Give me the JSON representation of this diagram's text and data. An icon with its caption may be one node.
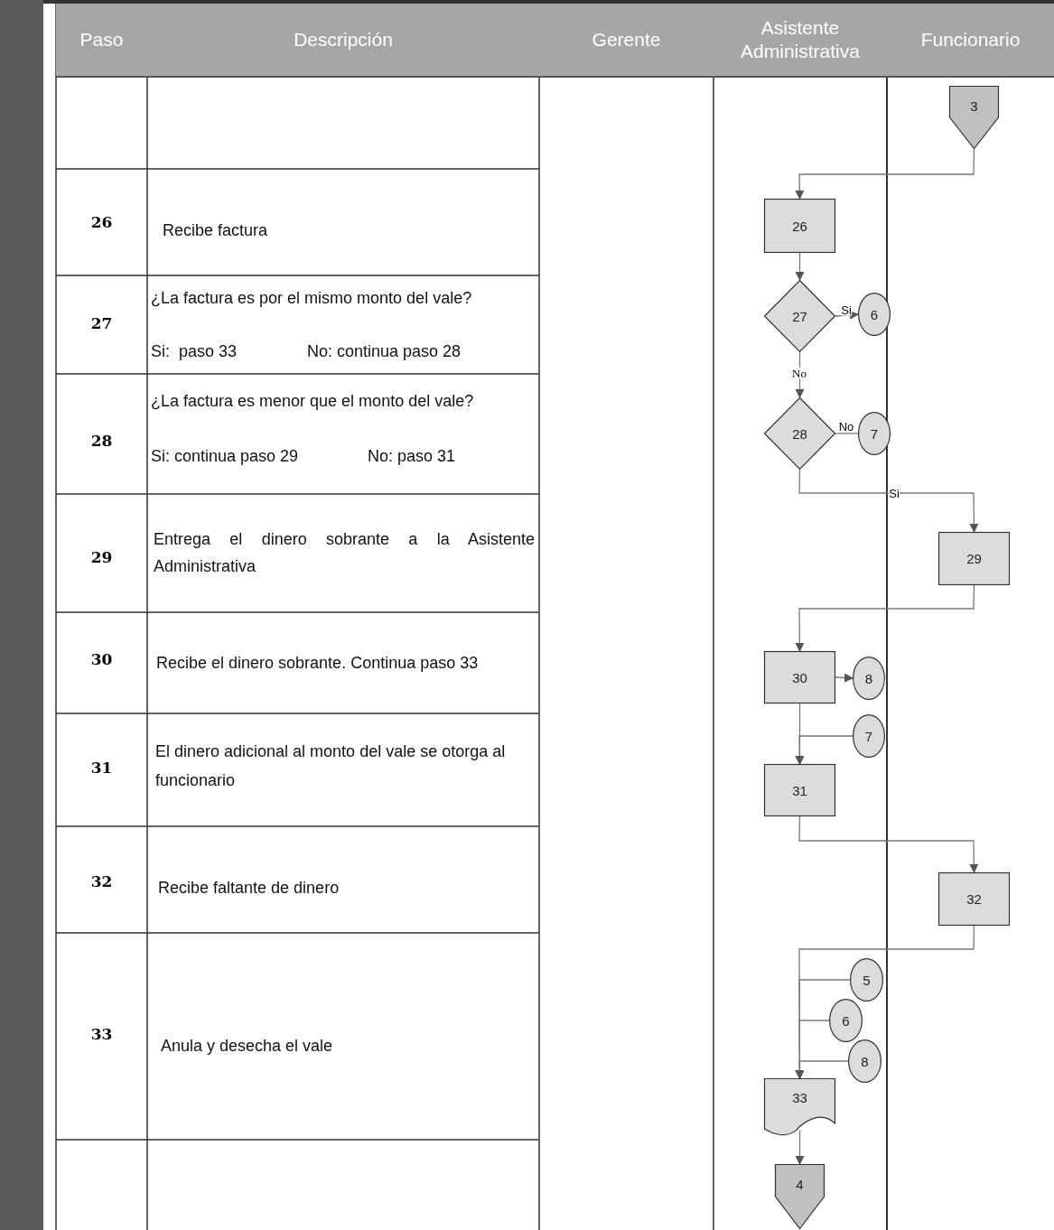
{
  "diagram": {
    "nodes": [
      {
        "text": [
          "3"
        ]
      },
      {
        "text": [
          "26"
        ]
      },
      {
        "text": [
          "27"
        ]
      },
      {
        "text": [
          "6"
        ]
      },
      {
        "text": [
          "28"
        ]
      },
      {
        "text": [
          "7"
        ]
      },
      {
        "text": [
          "29"
        ]
      },
      {
        "text": [
          "30"
        ]
      },
      {
        "text": [
          "8"
        ]
      },
      {
        "text": [
          "7"
        ]
      },
      {
        "text": [
          "31"
        ]
      },
      {
        "text": [
          "32"
        ]
      },
      {
        "text": [
          "5"
        ]
      },
      {
        "text": [
          "6"
        ]
      },
      {
        "text": [
          "8"
        ]
      },
      {
        "text": [
          "33"
        ]
      },
      {
        "text": [
          "4"
        ]
      }
    ],
    "edges": [
      {
        "from": 0,
        "to": 1,
        "arrow": "to"
      },
      {
        "from": 1,
        "to": 2,
        "arrow": "to"
      },
      {
        "from": 2,
        "to": 3,
        "arrow": "to",
        "label": "Si"
      },
      {
        "from": 2,
        "to": 4,
        "arrow": "to",
        "label": "No"
      },
      {
        "from": 4,
        "to": 5,
        "arrow": "none",
        "label": "No"
      },
      {
        "from": 4,
        "to": 6,
        "arrow": "to",
        "label": "Si"
      },
      {
        "from": 6,
        "to": 7,
        "arrow": "to"
      },
      {
        "from": 7,
        "to": 8,
        "arrow": "to"
      },
      {
        "from": 7,
        "to": 10,
        "arrow": "to"
      },
      {
        "from": 9,
        "to": 10,
        "arrow": "to"
      },
      {
        "from": 10,
        "to": 11,
        "arrow": "to"
      },
      {
        "from": 11,
        "to": 15,
        "arrow": "to"
      },
      {
        "from": 12,
        "to": 15,
        "arrow": "to"
      },
      {
        "from": 13,
        "to": 15,
        "arrow": "to"
      },
      {
        "from": 14,
        "to": 15,
        "arrow": "to"
      },
      {
        "from": 15,
        "to": 16,
        "arrow": "to"
      }
    ],
    "labels": [
      "Paso",
      "Descripción",
      "Gerente",
      "Asistente Administrativa",
      "Funcionario",
      "26",
      "Recibe factura",
      "27",
      "¿La factura es por el mismo monto del vale?",
      "Si:  paso 33",
      "No: continua paso 28",
      "28",
      "¿La factura es menor que el monto del vale?",
      "Si: continua paso 29",
      "No: paso 31",
      "29",
      "Entrega el dinero sobrante a la Asistente Administrativa",
      "30",
      "Recibe el dinero sobrante. Continua paso 33",
      "31",
      "El dinero adicional al monto del vale se otorga al funcionario",
      "32",
      "Recibe faltante de dinero",
      "33",
      "Anula y desecha el vale"
    ]
  }
}
